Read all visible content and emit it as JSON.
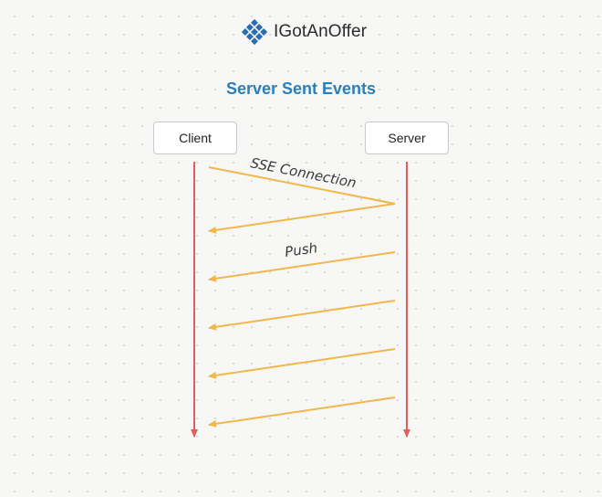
{
  "brand": {
    "name": "IGotAnOffer",
    "logo_icon": "diamond-grid-logo",
    "logo_color": "#2a6db0"
  },
  "diagram": {
    "title": "Server Sent Events",
    "actors": [
      "Client",
      "Server"
    ],
    "messages": [
      {
        "from": "Client",
        "to": "Server",
        "label": "SSE Connection"
      },
      {
        "from": "Server",
        "to": "Client",
        "label": ""
      },
      {
        "from": "Server",
        "to": "Client",
        "label": "Push"
      },
      {
        "from": "Server",
        "to": "Client",
        "label": ""
      },
      {
        "from": "Server",
        "to": "Client",
        "label": ""
      },
      {
        "from": "Server",
        "to": "Client",
        "label": ""
      }
    ],
    "colors": {
      "title": "#2a7fb8",
      "lifeline": "#e35d5d",
      "message": "#f0b84a"
    }
  }
}
